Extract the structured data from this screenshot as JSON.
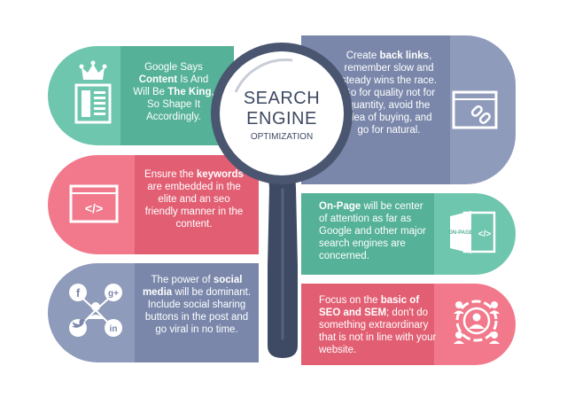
{
  "title": {
    "line1": "SEARCH",
    "line2": "ENGINE",
    "line3": "OPTIMIZATION"
  },
  "colors": {
    "teal": "#6dc6ad",
    "teal_dark": "#55b197",
    "pink": "#f1798b",
    "pink_dark": "#e25f73",
    "slate": "#8f9bbb",
    "slate_dark": "#7a87aa",
    "handle": "#3e4a63",
    "ring": "#4a5670"
  },
  "cards": [
    {
      "id": "content-king",
      "icon": "crown-document-icon",
      "parts": [
        {
          "t": "Google Says ",
          "b": false
        },
        {
          "t": "Content",
          "b": true
        },
        {
          "t": " Is And Will Be ",
          "b": false
        },
        {
          "t": "The King",
          "b": true
        },
        {
          "t": ", So Shape It Accordingly.",
          "b": false
        }
      ]
    },
    {
      "id": "keywords",
      "icon": "code-brackets-icon",
      "parts": [
        {
          "t": "Ensure the ",
          "b": false
        },
        {
          "t": "keywords",
          "b": true
        },
        {
          "t": " are embedded in the elite and an seo friendly manner in the content.",
          "b": false
        }
      ]
    },
    {
      "id": "social-media",
      "icon": "social-network-icon",
      "social_labels": [
        "f",
        "g+",
        "in"
      ],
      "parts": [
        {
          "t": "The power of ",
          "b": false
        },
        {
          "t": "social media",
          "b": true
        },
        {
          "t": " will be dominant. Include social sharing buttons in the post and go viral in no time.",
          "b": false
        }
      ]
    },
    {
      "id": "back-links",
      "icon": "browser-link-icon",
      "parts": [
        {
          "t": "Create ",
          "b": false
        },
        {
          "t": "back links",
          "b": true
        },
        {
          "t": ", remember slow and steady wins the race. Go for quality not for quantity, avoid the idea of buying, and go for natural.",
          "b": false
        }
      ]
    },
    {
      "id": "on-page",
      "icon": "on-page-door-icon",
      "icon_label": "ON-PAGE",
      "parts": [
        {
          "t": "On-Page",
          "b": true
        },
        {
          "t": " will be center of attention as far as Google and other major search engines are concerned.",
          "b": false
        }
      ]
    },
    {
      "id": "basic-seo-sem",
      "icon": "target-person-icon",
      "parts": [
        {
          "t": "Focus on the ",
          "b": false
        },
        {
          "t": "basic of SEO and SEM",
          "b": true
        },
        {
          "t": "; don't do something extraordinary that is not in line with your website.",
          "b": false
        }
      ]
    }
  ]
}
